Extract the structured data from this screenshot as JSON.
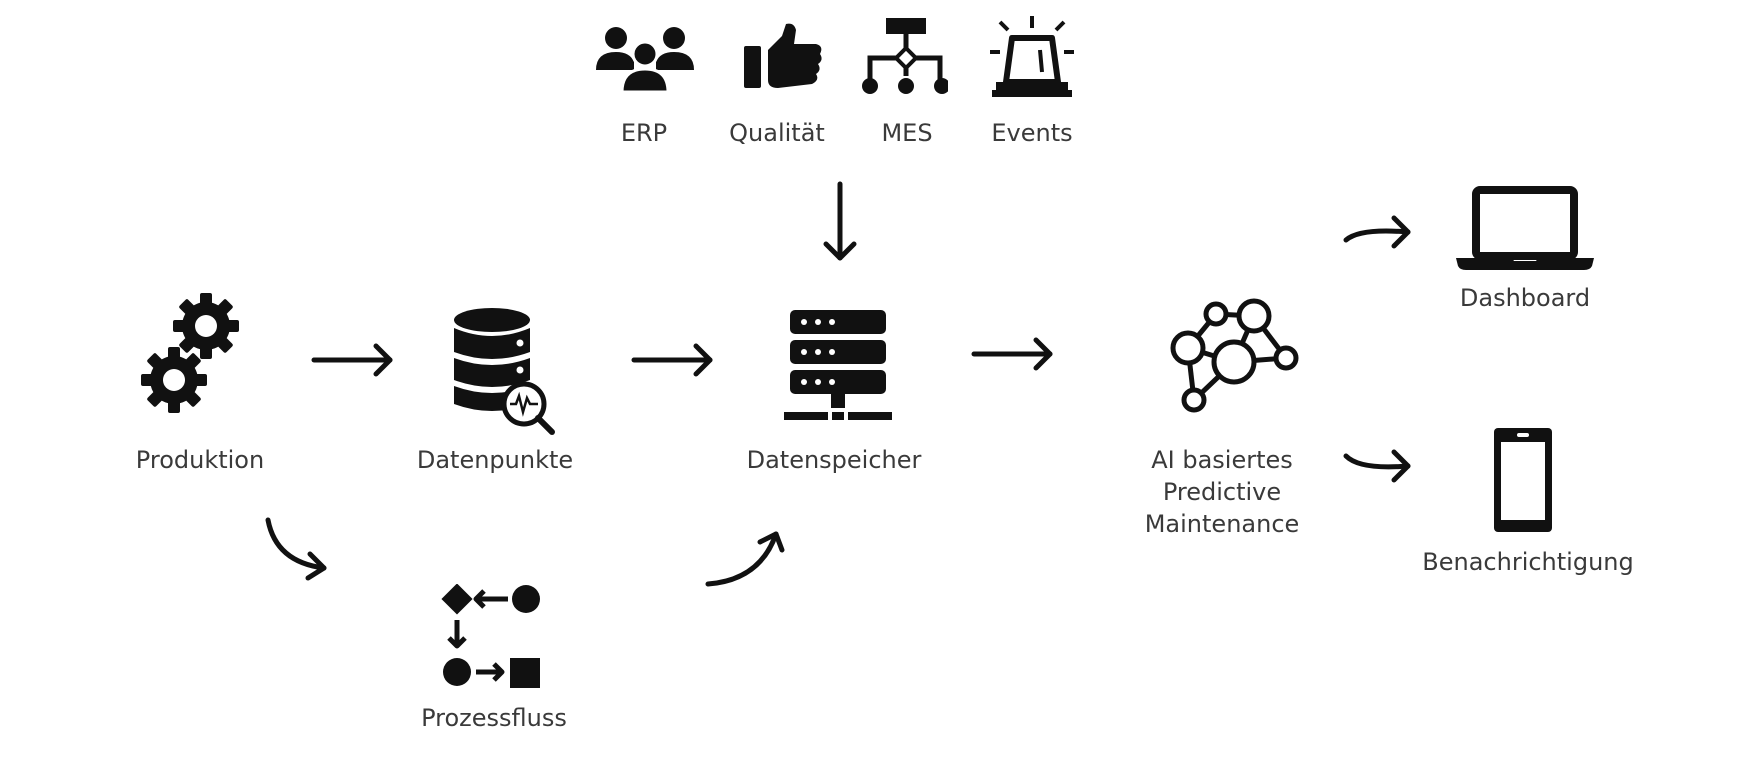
{
  "diagram": {
    "sources": [
      {
        "id": "erp",
        "label": "ERP",
        "icon": "people-group-icon"
      },
      {
        "id": "qualitaet",
        "label": "Qualität",
        "icon": "thumbs-up-icon"
      },
      {
        "id": "mes",
        "label": "MES",
        "icon": "hierarchy-icon"
      },
      {
        "id": "events",
        "label": "Events",
        "icon": "alarm-light-icon"
      }
    ],
    "nodes": {
      "produktion": {
        "label": "Produktion",
        "icon": "gears-icon"
      },
      "datenpunkte": {
        "label": "Datenpunkte",
        "icon": "database-search-icon"
      },
      "prozessfluss": {
        "label": "Prozessfluss",
        "icon": "process-flow-icon"
      },
      "datenspeicher": {
        "label": "Datenspeicher",
        "icon": "server-icon"
      },
      "ai": {
        "label_lines": [
          "AI basiertes",
          "Predictive",
          "Maintenance"
        ],
        "icon": "neural-network-icon"
      },
      "dashboard": {
        "label": "Dashboard",
        "icon": "laptop-icon"
      },
      "benachrichtigung": {
        "label": "Benachrichtigung",
        "icon": "smartphone-icon"
      }
    },
    "edges": [
      {
        "from": "sources",
        "to": "datenspeicher"
      },
      {
        "from": "produktion",
        "to": "datenpunkte"
      },
      {
        "from": "datenpunkte",
        "to": "datenspeicher"
      },
      {
        "from": "produktion",
        "to": "prozessfluss"
      },
      {
        "from": "prozessfluss",
        "to": "datenspeicher"
      },
      {
        "from": "datenspeicher",
        "to": "ai"
      },
      {
        "from": "ai",
        "to": "dashboard"
      },
      {
        "from": "ai",
        "to": "benachrichtigung"
      }
    ],
    "colors": {
      "icon": "#111111",
      "text": "#3a3a3a",
      "background": "#ffffff"
    }
  }
}
